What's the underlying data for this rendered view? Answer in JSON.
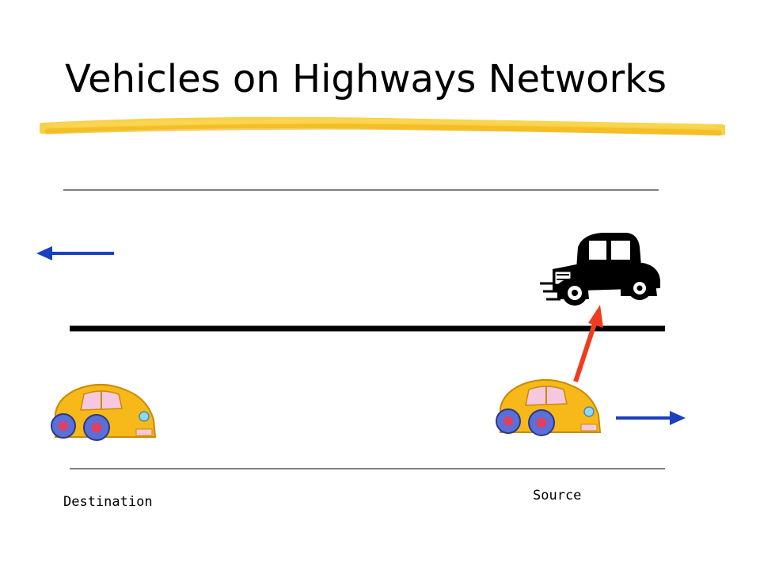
{
  "title": "Vehicles on Highways Networks",
  "labels": {
    "destination": "Destination",
    "source": "Source"
  },
  "colors": {
    "highlight": "#f7c82a",
    "lane_arrow": "#1a3fbf",
    "link_arrow": "#f03c1e",
    "car_body": "#f7b81a",
    "divider": "#000000"
  },
  "icons": {
    "vintage_car": "vintage-car-icon",
    "yellow_car": "yellow-car-icon"
  }
}
